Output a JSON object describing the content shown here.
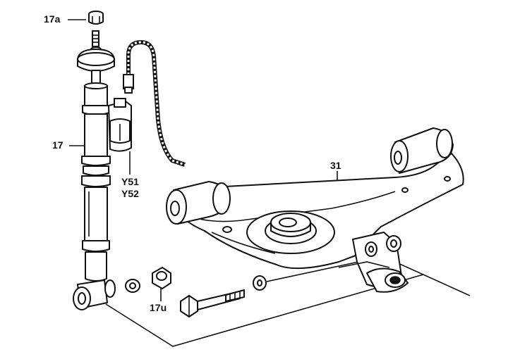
{
  "labels": {
    "nut_top": "17a",
    "strut": "17",
    "valve_a": "Y51",
    "valve_b": "Y52",
    "control_arm": "31",
    "nut_bottom": "17u"
  }
}
